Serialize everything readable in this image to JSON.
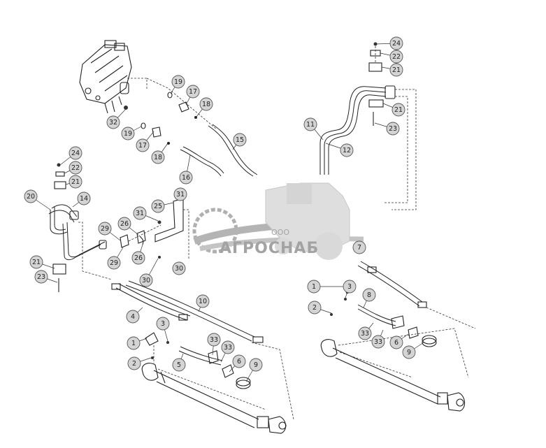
{
  "watermark": {
    "company_form": "ООО",
    "brand": "АГРОСНАБ"
  },
  "callouts": [
    {
      "id": "c-24-a",
      "label": "24"
    },
    {
      "id": "c-22-a",
      "label": "22"
    },
    {
      "id": "c-21-a",
      "label": "21"
    },
    {
      "id": "c-21-b",
      "label": "21"
    },
    {
      "id": "c-23-a",
      "label": "23"
    },
    {
      "id": "c-11",
      "label": "11"
    },
    {
      "id": "c-12",
      "label": "12"
    },
    {
      "id": "c-19-a",
      "label": "19"
    },
    {
      "id": "c-17-a",
      "label": "17"
    },
    {
      "id": "c-18-a",
      "label": "18"
    },
    {
      "id": "c-32",
      "label": "32"
    },
    {
      "id": "c-19-b",
      "label": "19"
    },
    {
      "id": "c-17-b",
      "label": "17"
    },
    {
      "id": "c-18-b",
      "label": "18"
    },
    {
      "id": "c-15",
      "label": "15"
    },
    {
      "id": "c-16",
      "label": "16"
    },
    {
      "id": "c-24-b",
      "label": "24"
    },
    {
      "id": "c-22-b",
      "label": "22"
    },
    {
      "id": "c-21-c",
      "label": "21"
    },
    {
      "id": "c-20",
      "label": "20"
    },
    {
      "id": "c-14",
      "label": "14"
    },
    {
      "id": "c-31-a",
      "label": "31"
    },
    {
      "id": "c-25",
      "label": "25"
    },
    {
      "id": "c-31-b",
      "label": "31"
    },
    {
      "id": "c-29-a",
      "label": "29"
    },
    {
      "id": "c-26-a",
      "label": "26"
    },
    {
      "id": "c-29-b",
      "label": "29"
    },
    {
      "id": "c-26-b",
      "label": "26"
    },
    {
      "id": "c-30-a",
      "label": "30"
    },
    {
      "id": "c-30-b",
      "label": "30"
    },
    {
      "id": "c-21-d",
      "label": "21"
    },
    {
      "id": "c-23-b",
      "label": "23"
    },
    {
      "id": "c-7",
      "label": "7"
    },
    {
      "id": "c-1-a",
      "label": "1"
    },
    {
      "id": "c-3-a",
      "label": "3"
    },
    {
      "id": "c-8",
      "label": "8"
    },
    {
      "id": "c-2-a",
      "label": "2"
    },
    {
      "id": "c-33-a",
      "label": "33"
    },
    {
      "id": "c-33-b",
      "label": "33"
    },
    {
      "id": "c-6-a",
      "label": "6"
    },
    {
      "id": "c-9-a",
      "label": "9"
    },
    {
      "id": "c-10",
      "label": "10"
    },
    {
      "id": "c-4",
      "label": "4"
    },
    {
      "id": "c-3-b",
      "label": "3"
    },
    {
      "id": "c-1-b",
      "label": "1"
    },
    {
      "id": "c-33-c",
      "label": "33"
    },
    {
      "id": "c-33-d",
      "label": "33"
    },
    {
      "id": "c-5",
      "label": "5"
    },
    {
      "id": "c-2-b",
      "label": "2"
    },
    {
      "id": "c-6-b",
      "label": "6"
    },
    {
      "id": "c-9-b",
      "label": "9"
    }
  ]
}
